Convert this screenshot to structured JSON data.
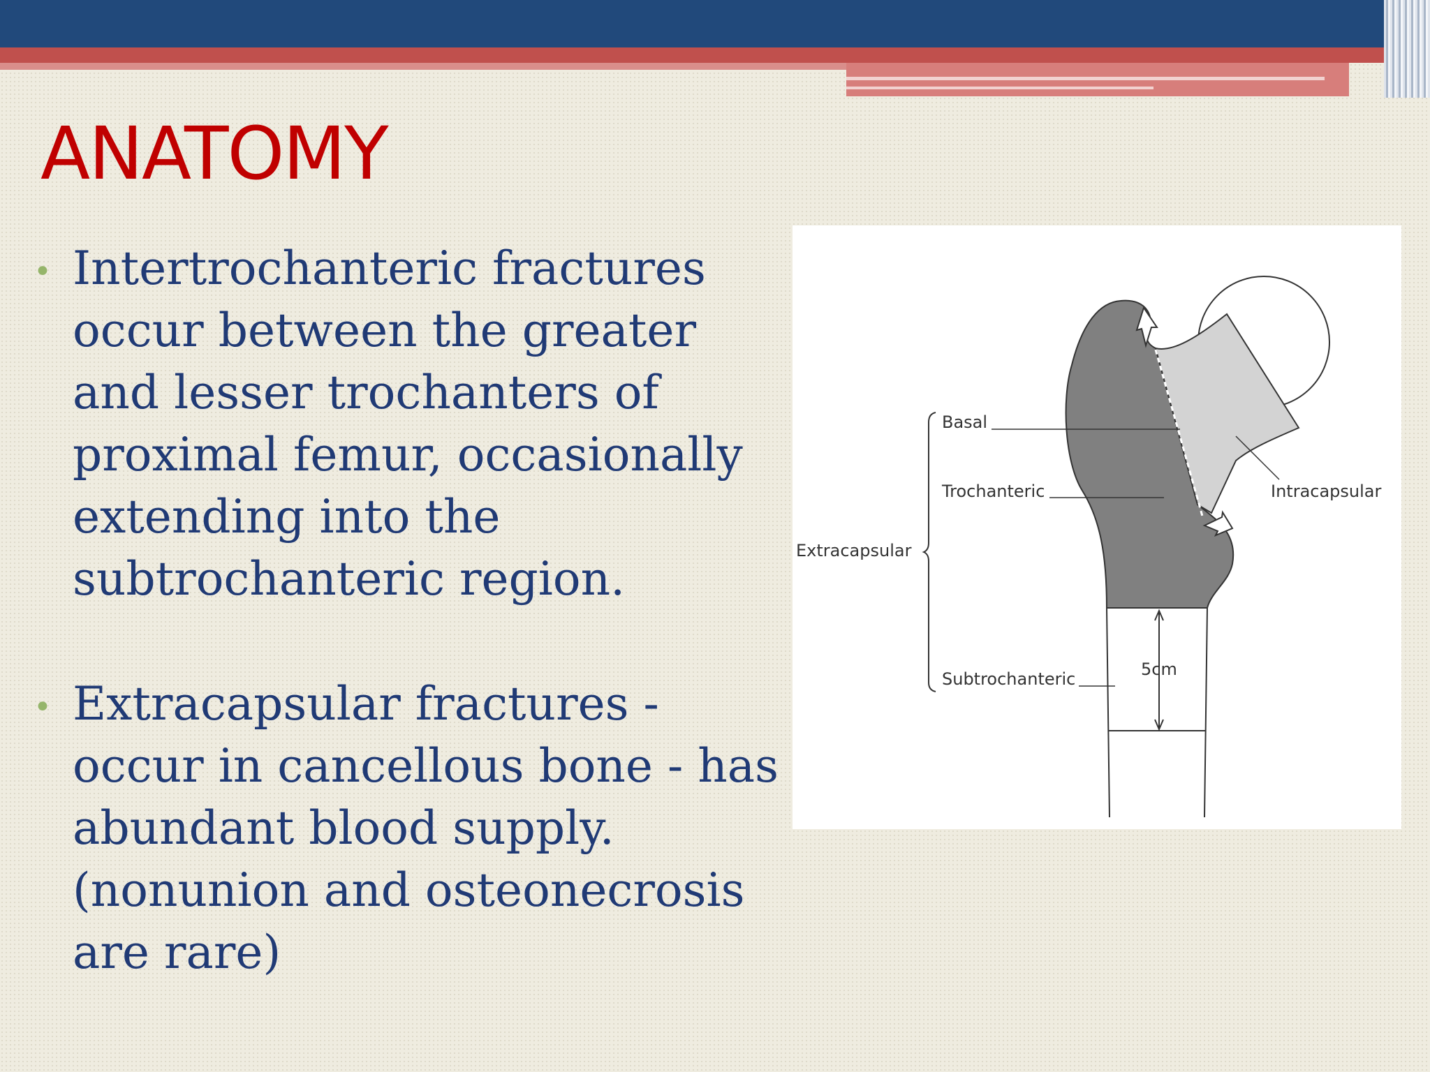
{
  "slide": {
    "title": "ANATOMY",
    "bullets": [
      {
        "text": "Intertrochanteric fractures occur  between the greater and lesser trochanters of  proximal femur, occasionally extending into the subtrochanteric region."
      },
      {
        "text": "Extracapsular fractures - occur in cancellous bone - has abundant blood supply. (nonunion and osteonecrosis are rare)"
      }
    ],
    "bullet_glyph": "•"
  },
  "diagram": {
    "labels": {
      "basal": "Basal",
      "trochanteric": "Trochanteric",
      "intracapsular": "Intracapsular",
      "extracapsular": "Extracapsular",
      "subtrochanteric": "Subtrochanteric",
      "distance": "5cm"
    },
    "colors": {
      "extracapsular_region": "#808080",
      "intracapsular_region": "#d3d3d3"
    }
  },
  "theme": {
    "title_color": "#c00000",
    "text_color": "#203a75",
    "bullet_color": "#95b56a",
    "top_bar_color": "#21497b",
    "accent_band_color": "#c0504d"
  }
}
